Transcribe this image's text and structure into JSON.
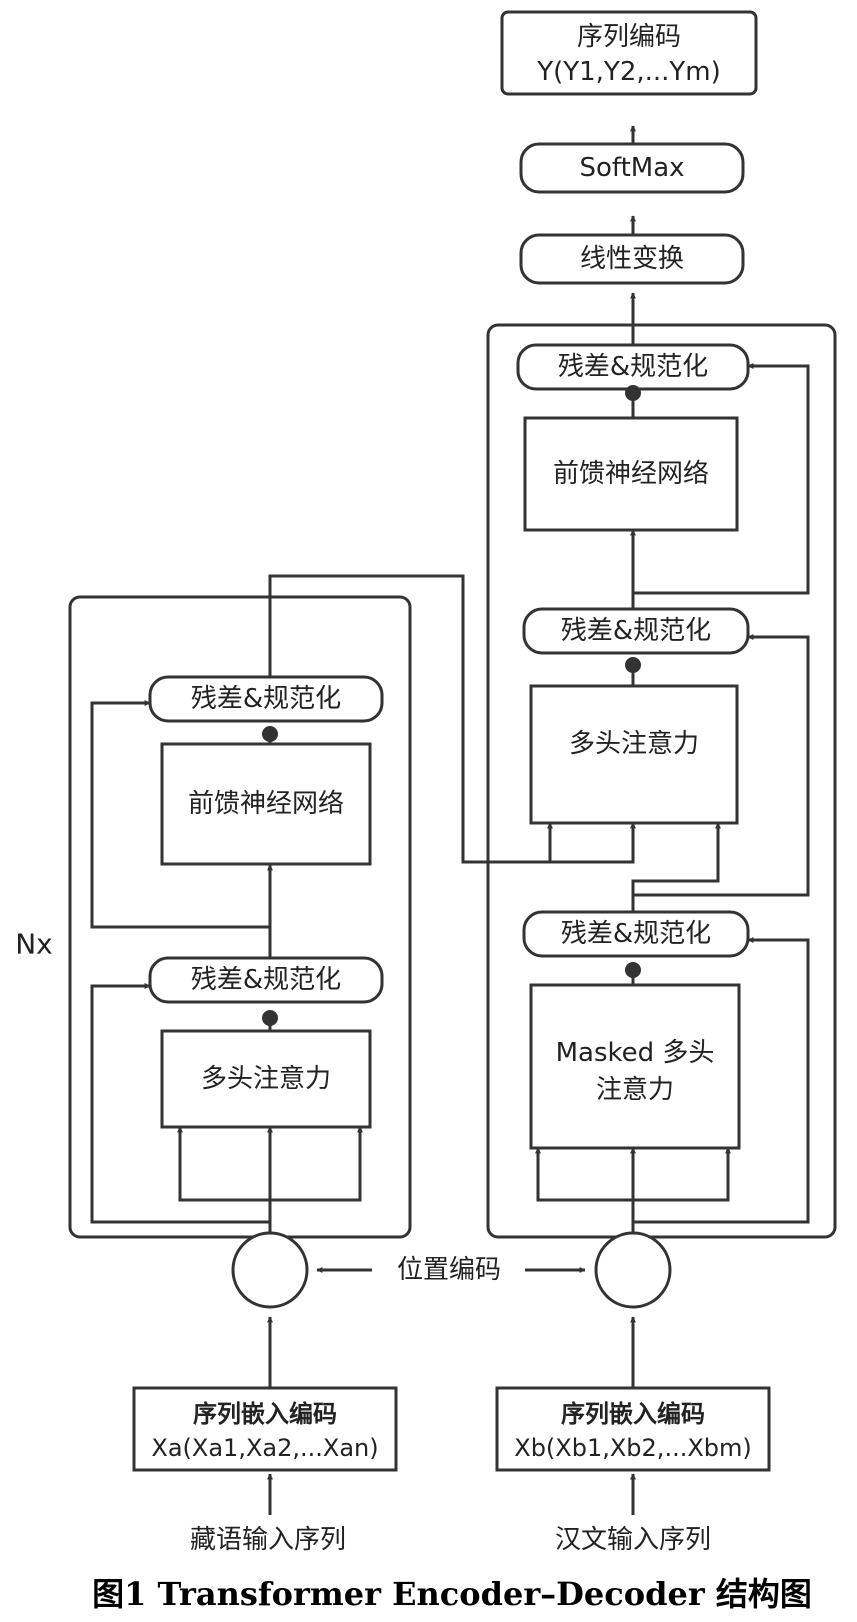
{
  "title": "图1   Transformer Encoder–Decoder 结构图",
  "repeat_label": "Nx",
  "positional_encoding_label": "位置编码",
  "encoder": {
    "input_label": "藏语输入序列",
    "embedding": {
      "line1": "序列嵌入编码",
      "line2": "Xa(Xa1,Xa2,...Xan)"
    },
    "attention_label": "多头注意力",
    "norm1_label": "残差&规范化",
    "ffn_label": "前馈神经网络",
    "norm2_label": "残差&规范化"
  },
  "decoder": {
    "input_label": "汉文输入序列",
    "embedding": {
      "line1": "序列嵌入编码",
      "line2": "Xb(Xb1,Xb2,...Xbm)"
    },
    "masked_attention_line1": "Masked 多头",
    "masked_attention_line2": "注意力",
    "norm1_label": "残差&规范化",
    "cross_attention_label": "多头注意力",
    "norm2_label": "残差&规范化",
    "ffn_label": "前馈神经网络",
    "norm3_label": "残差&规范化"
  },
  "output": {
    "linear_label": "线性变换",
    "softmax_label": "SoftMax",
    "result_line1": "序列编码",
    "result_line2": "Y(Y1,Y2,...Ym)"
  }
}
